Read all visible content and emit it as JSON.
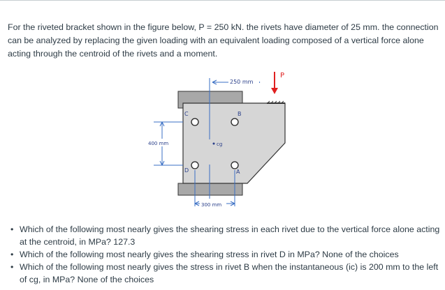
{
  "problem_text": "For the riveted bracket shown in the figure below, P = 250 kN. the rivets have diameter of 25 mm. the connection can be analyzed by replacing the given loading with an equivalent loading composed of a vertical force alone acting through the centroid of the rivets and a moment.",
  "figure": {
    "dim_top": "250 mm",
    "dim_bottom": "300 mm",
    "dim_left": "400 mm",
    "load_label": "P",
    "rivet_labels": {
      "a": "A",
      "b": "B",
      "c": "C",
      "d": "D"
    },
    "centroid_label": "cg",
    "colors": {
      "plate": "#d6d6d6",
      "bar": "#a8a8a8",
      "load": "#e02020",
      "dim_lines": "#3a6fc4",
      "outline": "#333333"
    }
  },
  "questions": [
    {
      "bullet": "•",
      "text": "Which of the following most nearly gives the shearing stress in each rivet due to the vertical force alone acting at the centroid, in MPa? 127.3"
    },
    {
      "bullet": "•",
      "text": "Which of the following most nearly gives the shearing stress in rivet D in MPa? None of the choices"
    },
    {
      "bullet": "•",
      "text": "Which of the following most nearly gives the stress in rivet B when the instantaneous (ic) is 200 mm to the left of cg, in MPa? None of the choices"
    }
  ]
}
